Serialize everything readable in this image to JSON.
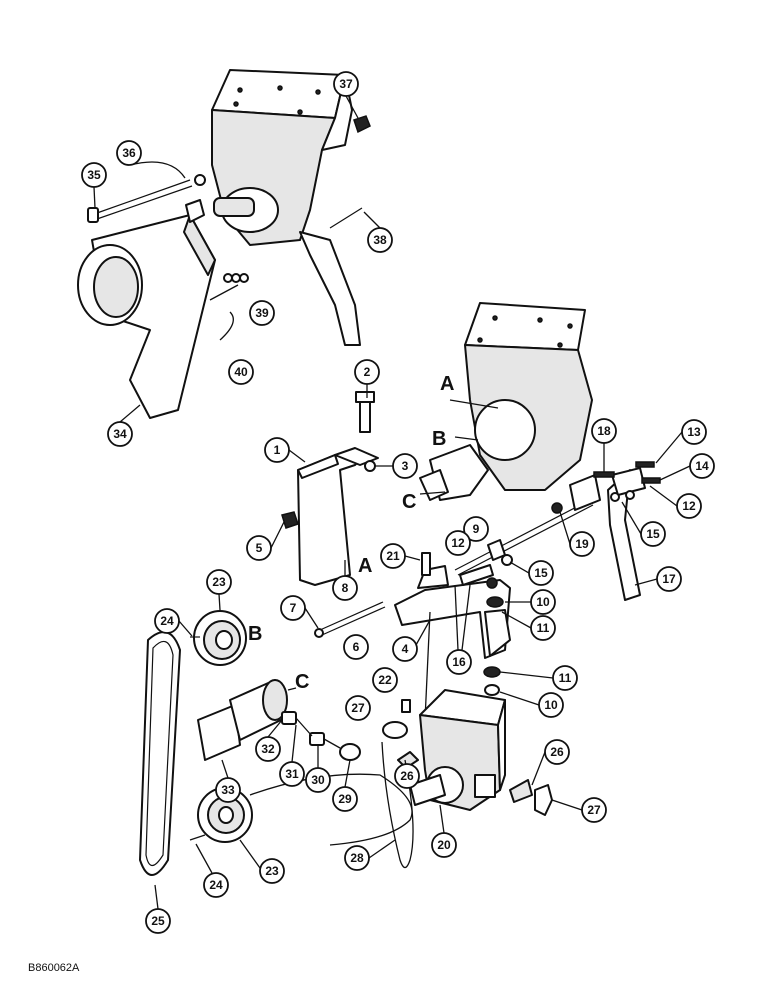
{
  "drawing": {
    "reference": "B860062A",
    "letters": [
      "A",
      "B",
      "C"
    ],
    "callouts": [
      "1",
      "2",
      "3",
      "4",
      "5",
      "6",
      "7",
      "8",
      "9",
      "10",
      "11",
      "12",
      "13",
      "14",
      "15",
      "16",
      "17",
      "18",
      "19",
      "20",
      "21",
      "22",
      "23",
      "24",
      "25",
      "26",
      "27",
      "28",
      "29",
      "30",
      "31",
      "32",
      "33",
      "34",
      "35",
      "36",
      "37",
      "38",
      "39",
      "40"
    ]
  }
}
